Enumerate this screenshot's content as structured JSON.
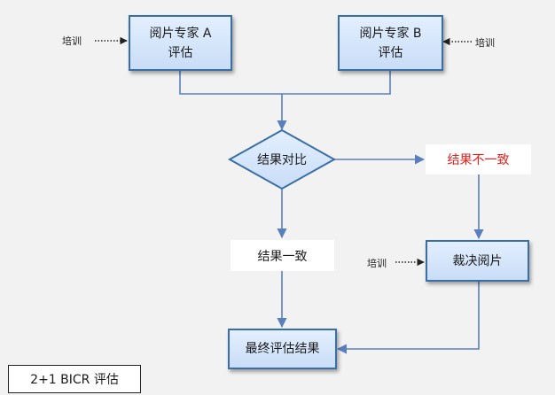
{
  "nodes": {
    "expert_a": {
      "line1": "阅片专家 A",
      "line2": "评估"
    },
    "expert_b": {
      "line1": "阅片专家 B",
      "line2": "评估"
    },
    "compare": "结果对比",
    "inconsistent": "结果不一致",
    "consistent": "结果一致",
    "adjudication": "裁决阅片",
    "final": "最终评估结果"
  },
  "training_label": "培训",
  "caption": "2+1 BICR 评估",
  "colors": {
    "connector": "#5a7fbd",
    "box_border": "#3b6ea5",
    "box_fill_top": "#e3efff",
    "box_fill_bottom": "#c9ddf7",
    "alert_text": "#e0201d"
  }
}
